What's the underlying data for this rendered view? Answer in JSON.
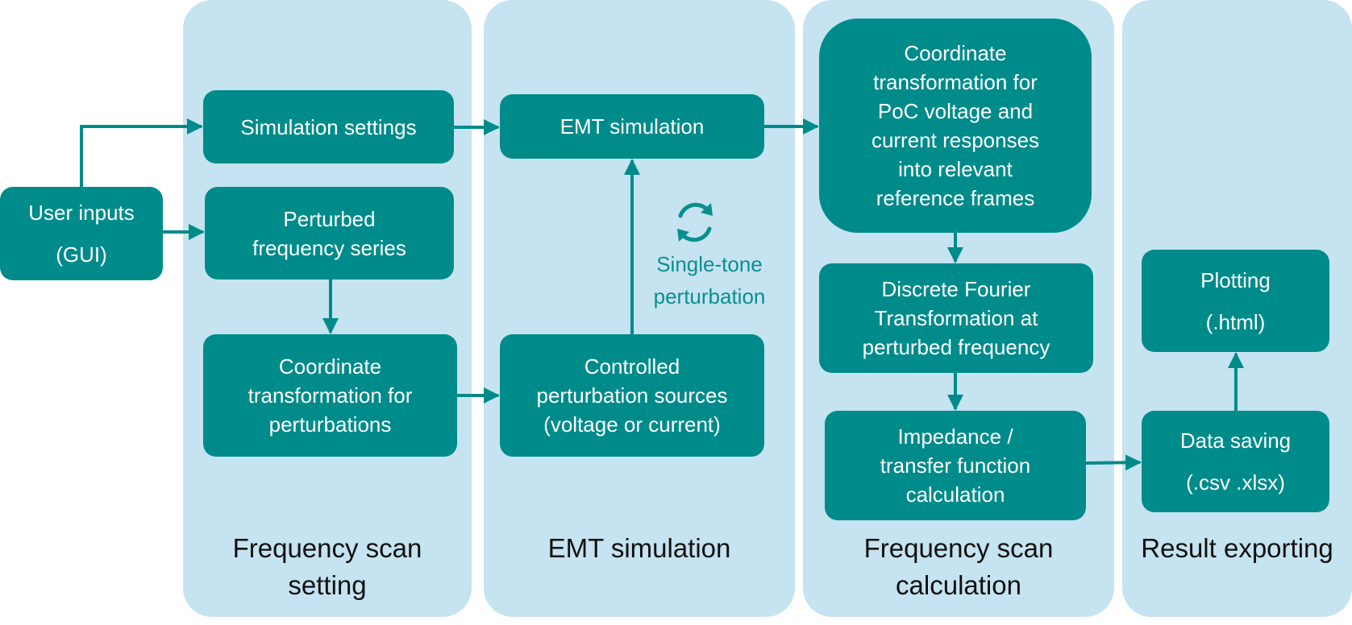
{
  "lanes": {
    "setting": "Frequency scan\nsetting",
    "emt": "EMT simulation",
    "calc": "Frequency scan\ncalculation",
    "export": "Result exporting"
  },
  "nodes": {
    "user_inputs": "User inputs\n(GUI)",
    "sim_settings": "Simulation settings",
    "freq_series": "Perturbed\nfrequency series",
    "coord_pert": "Coordinate\ntransformation for\nperturbations",
    "emt_sim": "EMT simulation",
    "ctrl_sources": "Controlled\nperturbation sources\n(voltage or current)",
    "coord_resp": "Coordinate\ntransformation for\nPoC voltage and\ncurrent responses\ninto relevant\nreference frames",
    "dft": "Discrete Fourier\nTransformation at\nperturbed frequency",
    "impedance": "Impedance /\ntransfer function\ncalculation",
    "data_saving": "Data saving\n(.csv .xlsx)",
    "plotting": "Plotting\n(.html)"
  },
  "loop": {
    "label": "Single-tone\nperturbation",
    "icon": "refresh-cycle-icon",
    "color": "#0a8f8f"
  },
  "colors": {
    "lane_bg": "#c5e3f0",
    "box": "#008b8b",
    "arrow": "#008b8b"
  }
}
